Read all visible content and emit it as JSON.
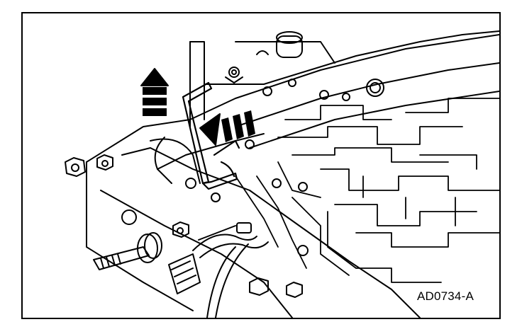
{
  "figure": {
    "code": "AD0734-A",
    "palette": {
      "ink": "#000000",
      "paper": "#ffffff"
    },
    "callouts": [
      {
        "name": "arrow-up",
        "direction": "up"
      },
      {
        "name": "arrow-left",
        "direction": "left"
      }
    ]
  }
}
